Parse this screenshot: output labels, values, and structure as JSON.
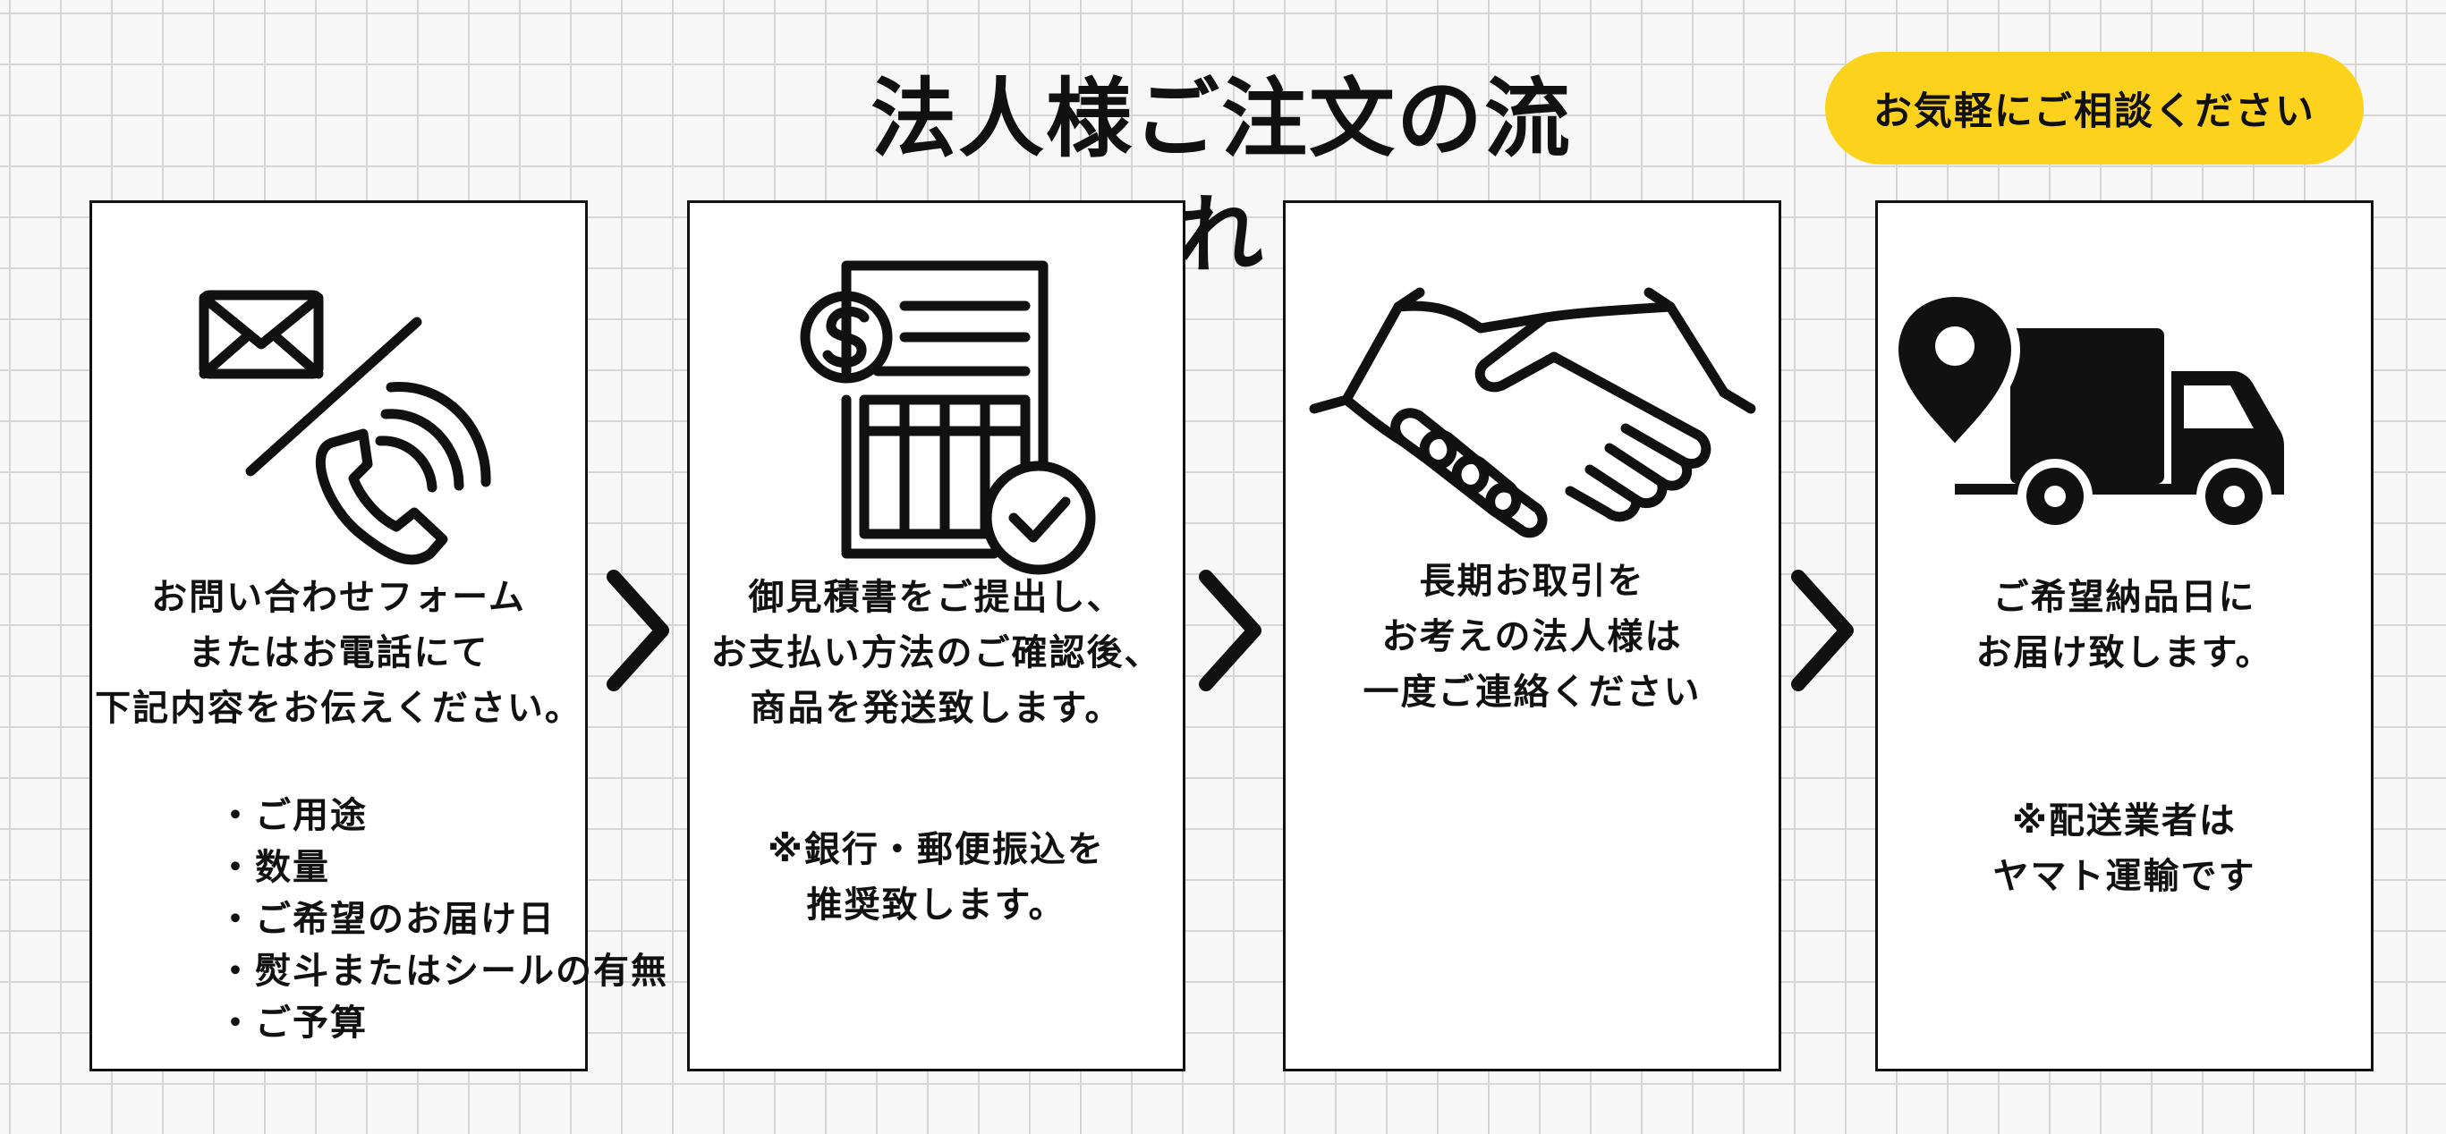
{
  "title": "法人様ご注文の流れ",
  "badge": "お気軽にご相談ください",
  "steps": [
    {
      "icon": "mail-phone-icon",
      "lines": [
        "お問い合わせフォーム",
        "またはお電話にて",
        "下記内容をお伝えください。"
      ],
      "bullets": [
        "・ご用途",
        "・数量",
        "・ご希望のお届け日",
        "・熨斗またはシールの有無",
        "・ご予算"
      ]
    },
    {
      "icon": "invoice-icon",
      "lines": [
        "御見積書をご提出し、",
        "お支払い方法のご確認後、",
        "商品を発送致します。"
      ],
      "note": [
        "※銀行・郵便振込を",
        "推奨致します。"
      ]
    },
    {
      "icon": "handshake-icon",
      "lines": [
        "長期お取引を",
        "お考えの法人様は",
        "一度ご連絡ください"
      ]
    },
    {
      "icon": "delivery-truck-icon",
      "lines": [
        "ご希望納品日に",
        "お届け致します。"
      ],
      "note": [
        "※配送業者は",
        "ヤマト運輸です"
      ]
    }
  ]
}
